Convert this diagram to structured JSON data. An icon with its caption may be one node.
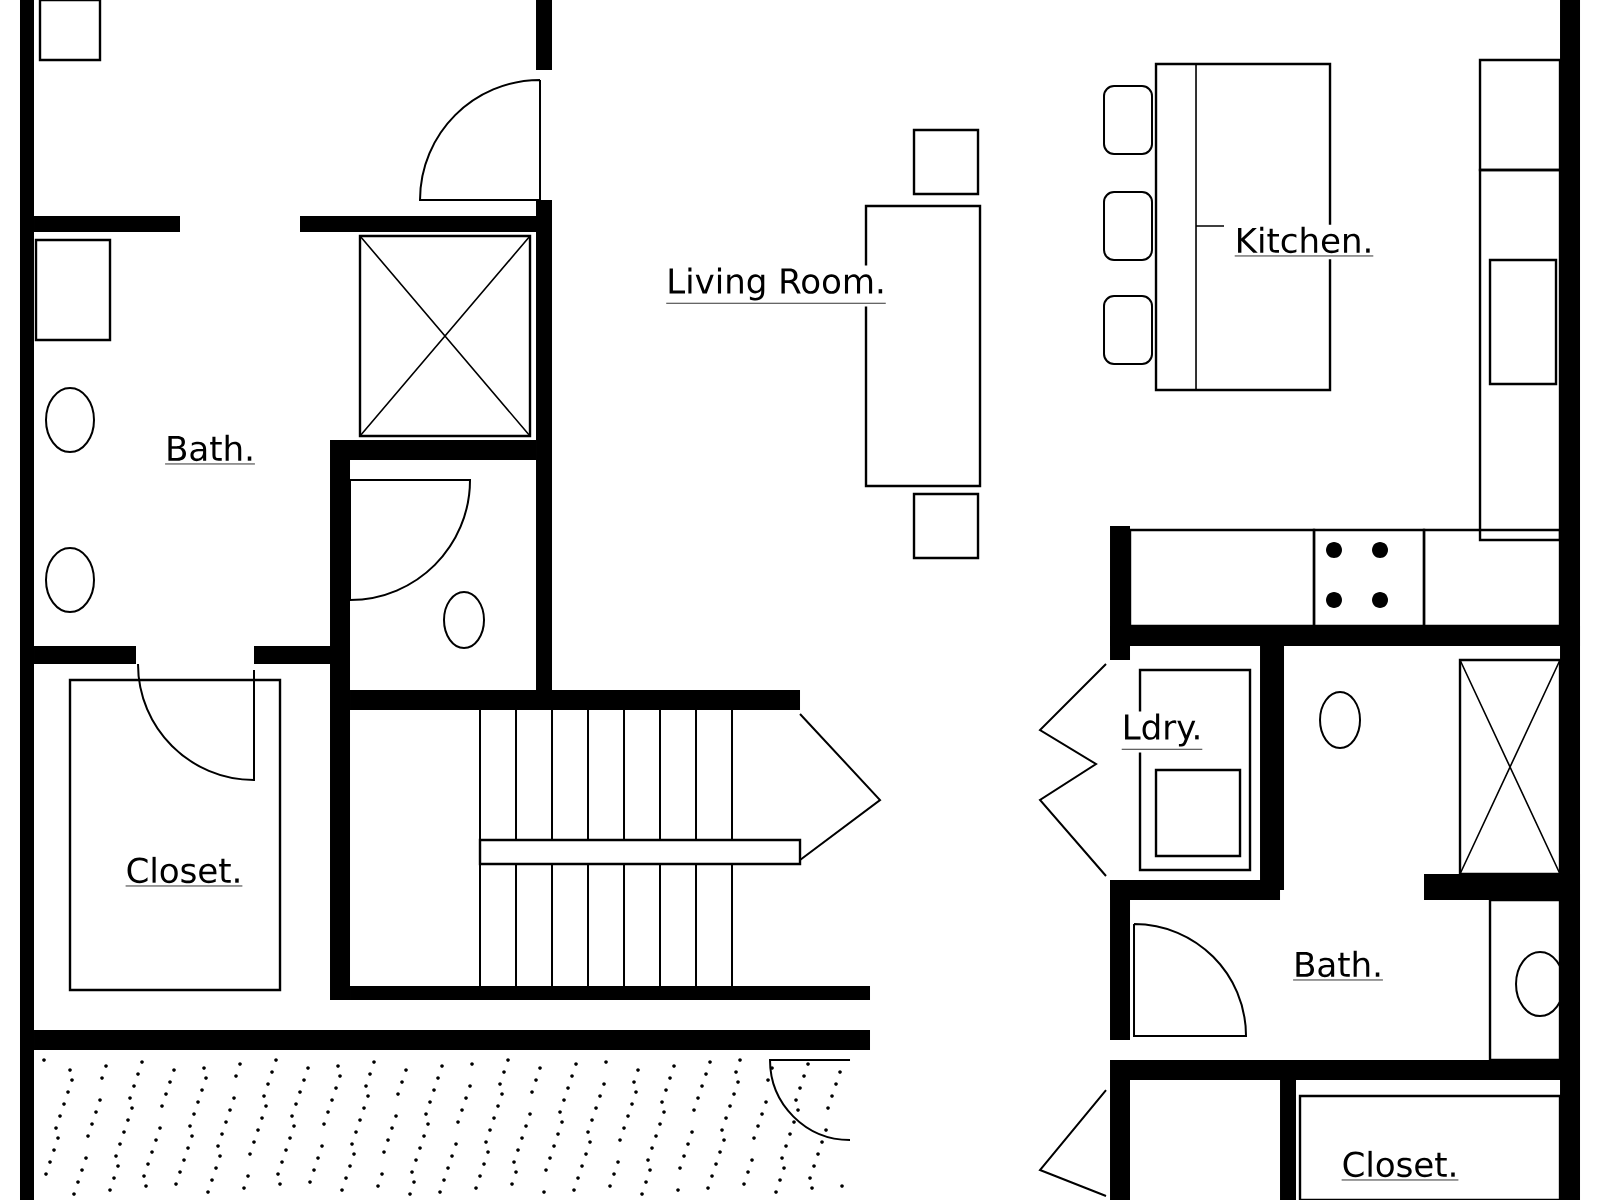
{
  "diagram": {
    "labels": [
      "Living Room.",
      "Kitchen.",
      "Bath.",
      "Closet.",
      "Ldry.",
      "Bath.",
      "Closet."
    ]
  }
}
